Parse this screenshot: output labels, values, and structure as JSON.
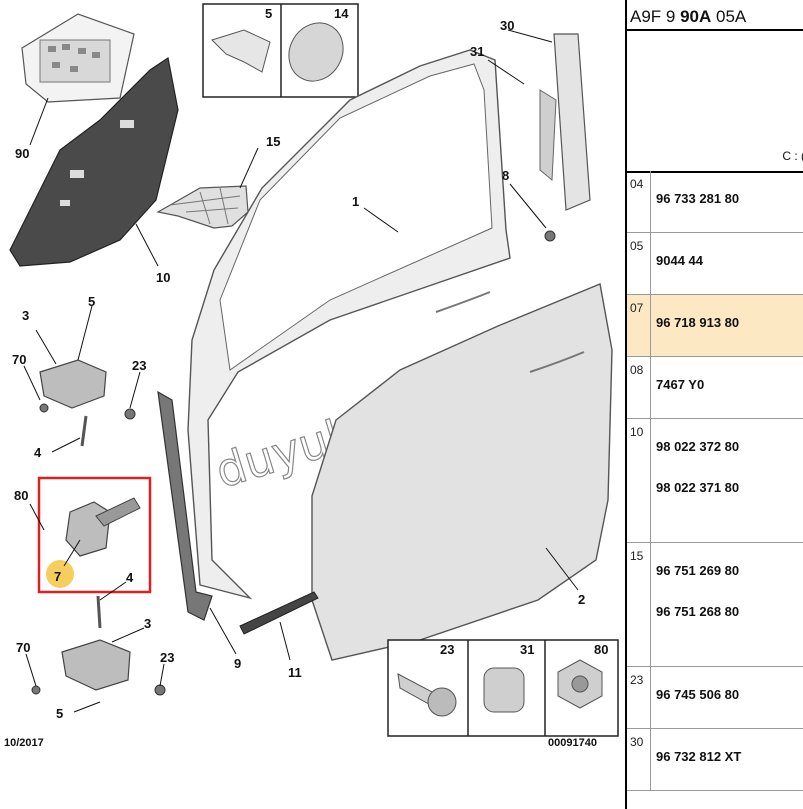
{
  "diagram": {
    "callouts": [
      "90",
      "5",
      "14",
      "30",
      "31",
      "15",
      "8",
      "1",
      "10",
      "3",
      "5",
      "70",
      "23",
      "4",
      "80",
      "7",
      "4",
      "3",
      "70",
      "23",
      "5",
      "9",
      "11",
      "2",
      "23",
      "31",
      "80"
    ],
    "footer_date": "10/2017",
    "footer_code": "00091740",
    "watermark": "duyukoto.com"
  },
  "colors": {
    "highlight_box": "#e02020",
    "highlight_dot": "#f5c542",
    "selected_row": "#fde8c4"
  },
  "panel": {
    "reference": {
      "part1": "A9F 9 ",
      "part2": "90A",
      "part3": " 05A"
    },
    "note": "C : (",
    "rows": [
      {
        "code": "04",
        "parts": [
          "96 733 281 80"
        ]
      },
      {
        "code": "05",
        "parts": [
          "9044 44"
        ]
      },
      {
        "code": "07",
        "parts": [
          "96 718 913 80"
        ],
        "selected": true
      },
      {
        "code": "08",
        "parts": [
          "7467 Y0"
        ]
      },
      {
        "code": "10",
        "parts": [
          "98 022 372 80",
          "98 022 371 80"
        ]
      },
      {
        "code": "15",
        "parts": [
          "96 751 269 80",
          "96 751 268 80"
        ]
      },
      {
        "code": "23",
        "parts": [
          "96 745 506 80"
        ]
      },
      {
        "code": "30",
        "parts": [
          "96 732 812 XT"
        ]
      }
    ]
  }
}
